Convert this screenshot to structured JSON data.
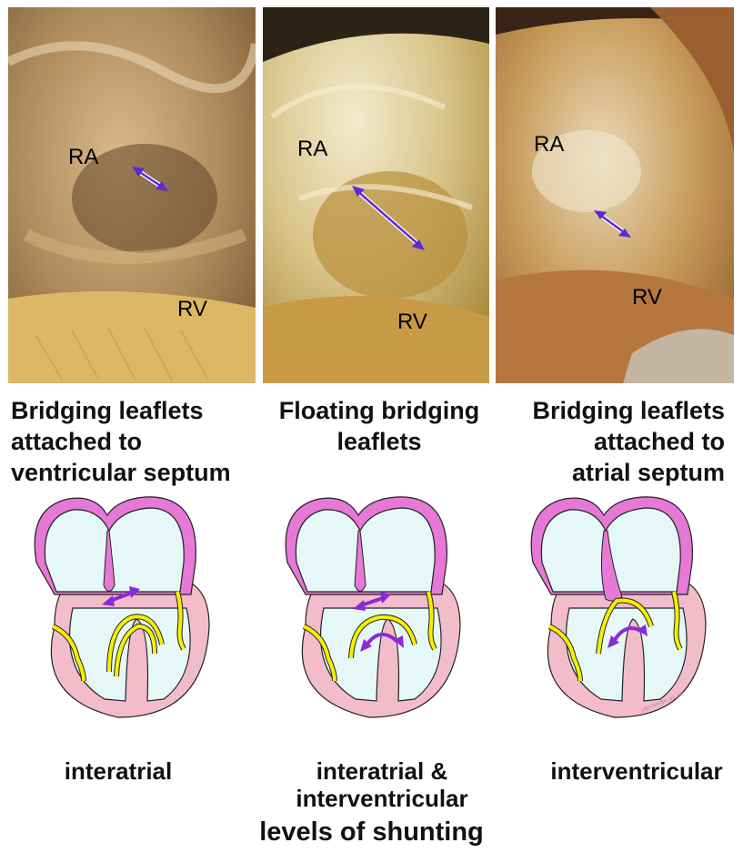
{
  "photos": [
    {
      "label_ra": "RA",
      "label_rv": "RV"
    },
    {
      "label_ra": "RA",
      "label_rv": "RV"
    },
    {
      "label_ra": "RA",
      "label_rv": "RV"
    }
  ],
  "captions": [
    "Bridging leaflets\nattached to\nventricular septum",
    "Floating bridging\nleaflets",
    "Bridging leaflets\nattached to\natrial septum"
  ],
  "diagrams": [
    {
      "label": "interatrial"
    },
    {
      "label": "interatrial &\ninterventricular"
    },
    {
      "label": "interventricular",
      "watermark": "yen.ho@ic.ac.uk"
    }
  ],
  "footer": "levels of shunting",
  "colors": {
    "atrial_wall": "#e678d6",
    "ventricular_wall": "#f2bccb",
    "cavity": "#e6f7f8",
    "leaflet": "#f4f000",
    "shunt_arrow": "#8b2ad6",
    "photo_arrow": "#5b2bd0"
  }
}
